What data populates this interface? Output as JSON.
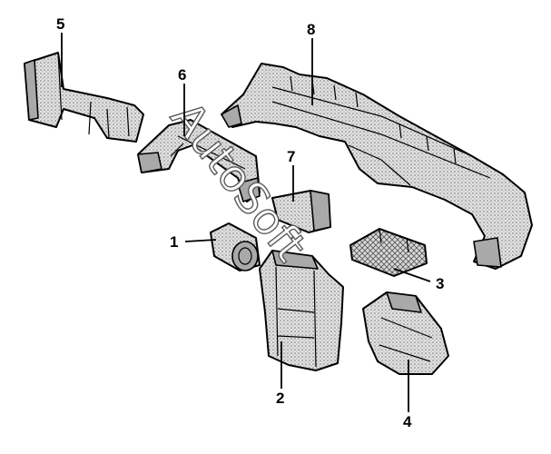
{
  "diagram": {
    "callouts": [
      {
        "id": "1",
        "label": "1"
      },
      {
        "id": "2",
        "label": "2"
      },
      {
        "id": "3",
        "label": "3"
      },
      {
        "id": "4",
        "label": "4"
      },
      {
        "id": "5",
        "label": "5"
      },
      {
        "id": "6",
        "label": "6"
      },
      {
        "id": "7",
        "label": "7"
      },
      {
        "id": "8",
        "label": "8"
      }
    ],
    "watermark": "AutoSoft"
  }
}
